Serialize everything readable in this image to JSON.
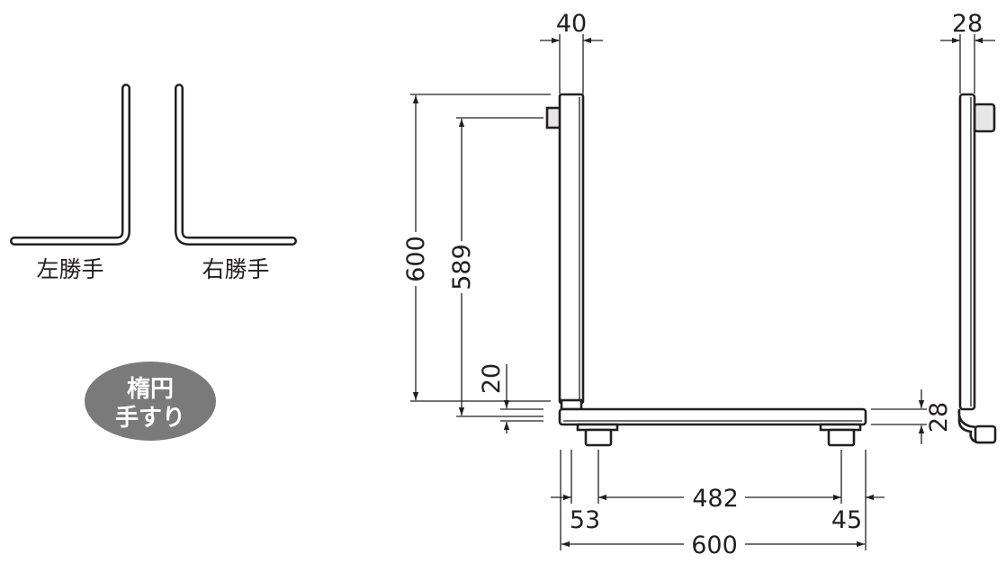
{
  "handedness": {
    "left_label": "左勝手",
    "right_label": "右勝手"
  },
  "badge": {
    "line1": "楕円",
    "line2": "手すり",
    "color": "#7a7a7a"
  },
  "dimensions": {
    "post_width": "40",
    "side_depth": "28",
    "total_height": "600",
    "bracket_height": "589",
    "bottom_offset": "20",
    "base_thickness": "28",
    "left_margin": "53",
    "bracket_span": "482",
    "right_margin": "45",
    "total_length": "600"
  },
  "colors": {
    "line": "#231f20",
    "badge": "#7a7a7a"
  }
}
